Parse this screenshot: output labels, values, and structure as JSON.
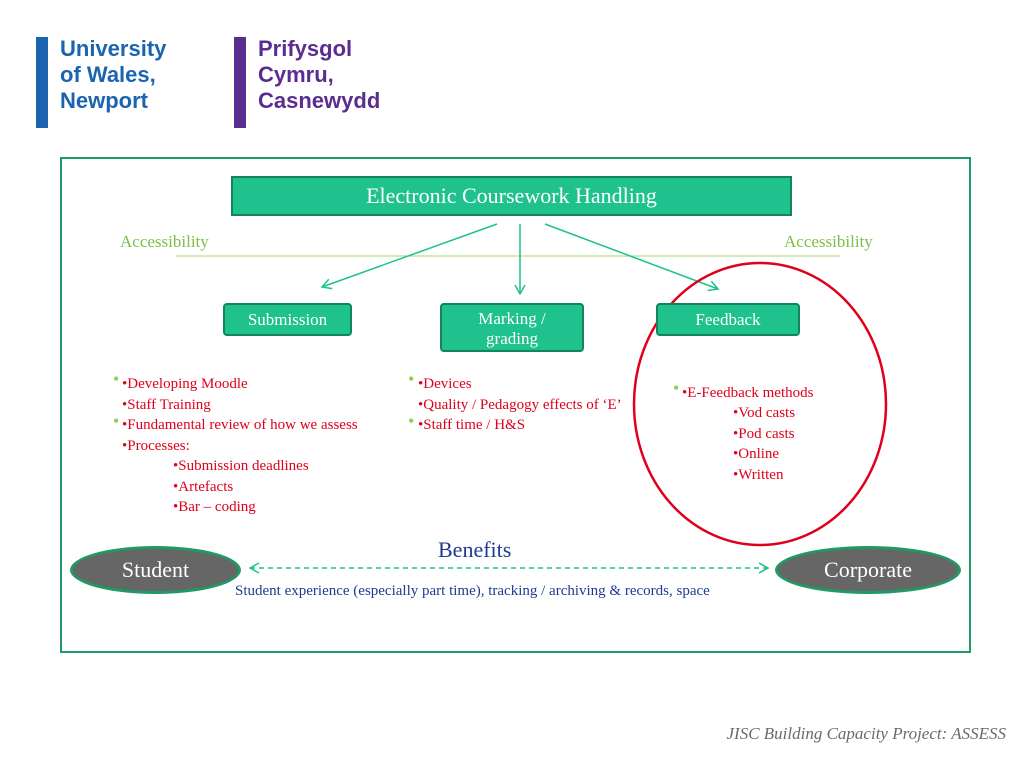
{
  "logo": {
    "english": [
      "University",
      "of Wales,",
      "Newport"
    ],
    "welsh": [
      "Prifysgol",
      "Cymru,",
      "Casnewydd"
    ],
    "english_bar_color": "#1a64b0",
    "welsh_bar_color": "#5b2d90"
  },
  "diagram": {
    "title": "Electronic Coursework Handling",
    "accessibility_left": "Accessibility",
    "accessibility_right": "Accessibility",
    "nodes": {
      "submission": "Submission",
      "marking": "Marking / grading",
      "feedback": "Feedback"
    },
    "submission_items": [
      "•Developing Moodle",
      "•Staff Training",
      "•Fundamental review of how we assess",
      "•Processes:",
      "•Submission deadlines",
      "•Artefacts",
      "•Bar – coding"
    ],
    "marking_items": [
      "•Devices",
      "•Quality / Pedagogy effects of ‘E’",
      "•Staff time / H&S"
    ],
    "feedback_items": [
      "•E-Feedback methods",
      "•Vod casts",
      "•Pod casts",
      "•Online",
      "•Written"
    ],
    "benefits": {
      "heading": "Benefits",
      "student": "Student",
      "corporate": "Corporate",
      "description": "Student experience (especially part time), tracking / archiving & records, space"
    }
  },
  "footer": "JISC Building Capacity Project: ASSESS",
  "colors": {
    "box_fill": "#1fc18d",
    "frame": "#1f9a64",
    "red_text": "#e0001b",
    "highlight_circle": "#e0001b",
    "accessibility": "#7dbf45",
    "benefits_text": "#1f3a93"
  }
}
